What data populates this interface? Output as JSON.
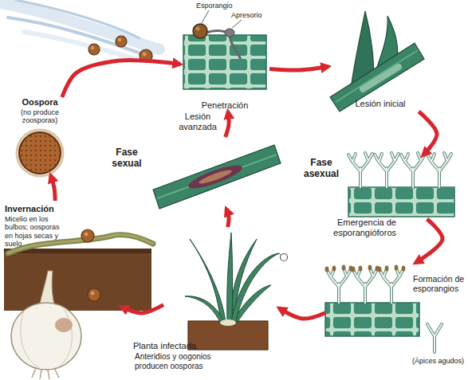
{
  "diagram": {
    "nodes": [
      {
        "text": [
          "Penetración"
        ]
      },
      {
        "text": [
          "Lesión inicial"
        ]
      },
      {
        "text": [
          "Emergencia de esporangióforos"
        ]
      },
      {
        "text": [
          "Formación de esporangios"
        ]
      },
      {
        "text": [
          "Planta infectada",
          "Anteridios y oogonios producen oosporas"
        ]
      },
      {
        "text": [
          "Invernación",
          "Micelio en los bulbos; oosporas en hojas secas y suelo"
        ]
      },
      {
        "text": [
          "Oospora",
          "(no produce zoosporas)"
        ]
      },
      {
        "text": [
          "Lesión avanzada"
        ]
      }
    ],
    "edges": [
      {
        "from": 6,
        "to": 0,
        "arrow": "to"
      },
      {
        "from": 0,
        "to": 1,
        "arrow": "to"
      },
      {
        "from": 1,
        "to": 2,
        "arrow": "to"
      },
      {
        "from": 2,
        "to": 3,
        "arrow": "to"
      },
      {
        "from": 3,
        "to": 4,
        "arrow": "to"
      },
      {
        "from": 4,
        "to": 5,
        "arrow": "to"
      },
      {
        "from": 5,
        "to": 6,
        "arrow": "to"
      },
      {
        "from": 4,
        "to": 7,
        "arrow": "to"
      },
      {
        "from": 7,
        "to": 0,
        "arrow": "to"
      }
    ],
    "labels": [
      "Esporangio",
      "Apresorio",
      "Fase sexual",
      "Fase asexual",
      "(Ápices agudos)"
    ]
  }
}
